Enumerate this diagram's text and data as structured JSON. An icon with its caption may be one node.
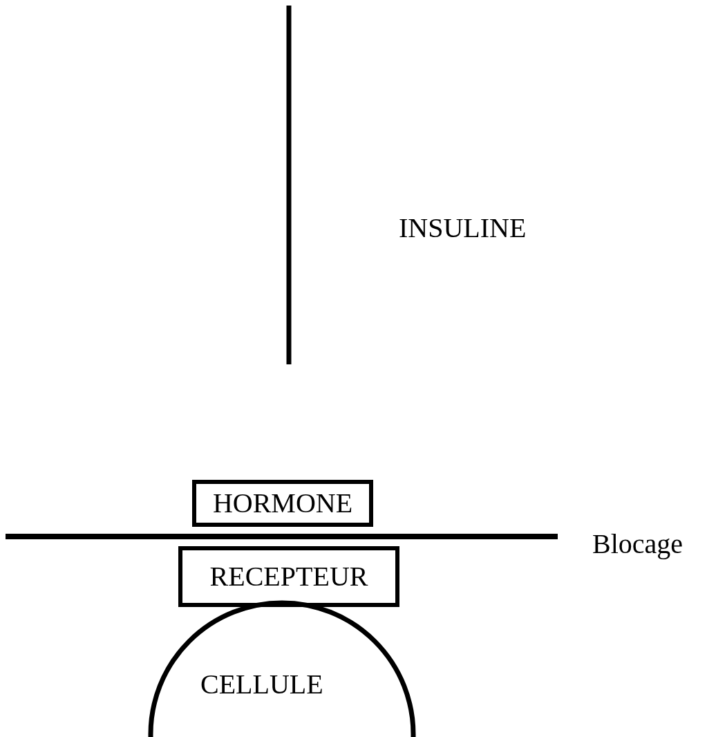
{
  "diagram": {
    "nodes": [
      {
        "text": [
          "HORMONE"
        ]
      },
      {
        "text": [
          "RECEPTEUR"
        ]
      },
      {
        "text": [
          "CELLULE"
        ]
      }
    ],
    "labels": [
      "INSULINE",
      "Blocage"
    ]
  }
}
